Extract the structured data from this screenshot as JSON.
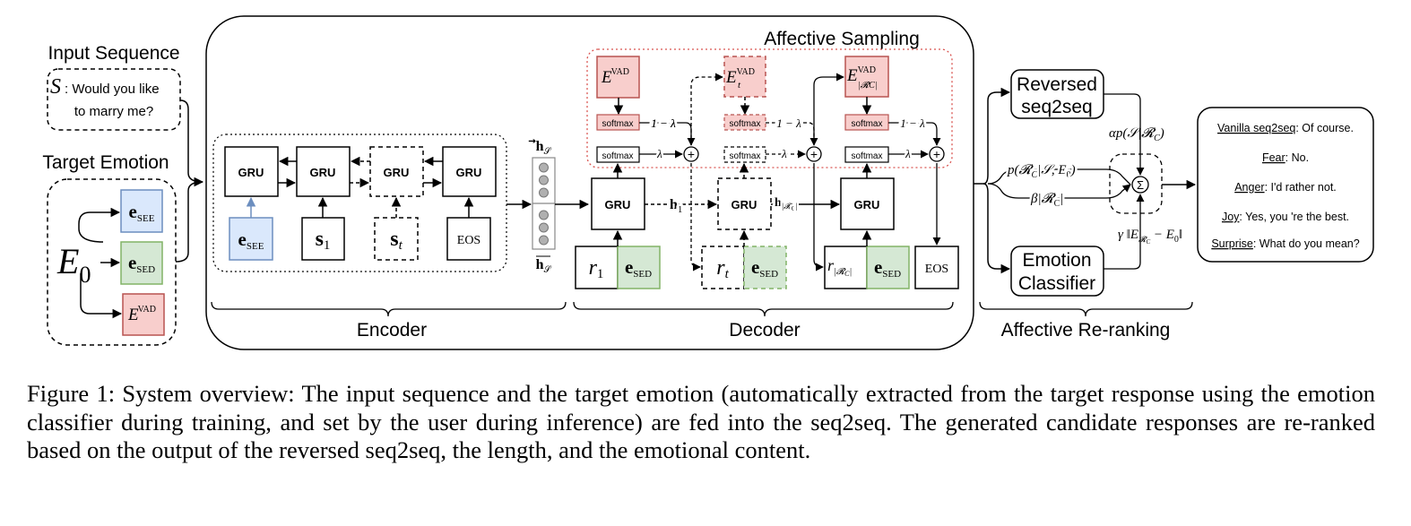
{
  "labels": {
    "input_sequence": "Input Sequence",
    "input_text_line1": ": Would you like",
    "input_text_line2": "to marry me?",
    "s_symbol": "S",
    "target_emotion": "Target Emotion",
    "e0": "E",
    "e0_sub": "0",
    "e_bold": "e",
    "see": "SEE",
    "sed": "SED",
    "vad": "VAD",
    "encoder": "Encoder",
    "decoder": "Decoder",
    "affective_sampling": "Affective Sampling",
    "affective_reranking": "Affective Re-ranking",
    "gru": "GRU",
    "eos": "EOS",
    "softmax": "softmax",
    "s_bold": "s",
    "s1_sub": "1",
    "st_sub": "t",
    "r": "r",
    "r1_sub": "1",
    "rt_sub": "t",
    "rc_sub": "|𝓡",
    "rc_sub2": "C",
    "rc_sub3": "|",
    "h": "h",
    "h1_sub": "1",
    "hrc_sub": "|𝓡",
    "hs_sub": "𝒮",
    "et_sub": "t",
    "one_minus_lambda": "1 − λ",
    "lambda": "λ",
    "plus": "+",
    "sigma": "Σ",
    "reversed_line1": "Reversed",
    "reversed_line2": "seq2seq",
    "classifier_line1": "Emotion",
    "classifier_line2": "Classifier",
    "alpha_term": "αp(𝒮|𝓡",
    "alpha_term_sub": "C",
    "alpha_term_end": ")",
    "p_term": "p(𝓡",
    "p_term_sub": "C",
    "p_term_end": "|𝒮, E",
    "p_term_sub2": "0",
    "p_term_close": ")",
    "beta_term": "β|𝓡",
    "beta_term_sub": "C",
    "beta_term_end": "|",
    "gamma_term": "γ ‖E",
    "gamma_term_sub": "𝓡",
    "gamma_term_sub2": "C",
    "gamma_term_mid": " − E",
    "gamma_term_sub3": "0",
    "gamma_term_end": "‖"
  },
  "outputs": [
    {
      "emotion": "Vanilla seq2seq",
      "text": ": Of course."
    },
    {
      "emotion": "Fear",
      "text": ": No."
    },
    {
      "emotion": "Anger",
      "text": ":  I'd rather not."
    },
    {
      "emotion": "Joy",
      "text": ": Yes, you 're the best."
    },
    {
      "emotion": "Surprise",
      "text": ": What do you mean?"
    }
  ],
  "caption": "Figure 1: System overview: The input sequence and the target emotion (automatically extracted from the target response using the emotion classifier during training, and set by the user during inference) are fed into the seq2seq. The generated candidate responses are re-ranked based on the output of the reversed seq2seq, the length, and the emotional content.",
  "colors": {
    "see_fill": "#dae8fc",
    "see_stroke": "#6c8ebf",
    "sed_fill": "#d5e8d4",
    "sed_stroke": "#82b366",
    "vad_fill": "#f8cecc",
    "vad_stroke": "#b85450",
    "sampling_border": "#d9534f",
    "node_gray": "#b0b0b0"
  }
}
